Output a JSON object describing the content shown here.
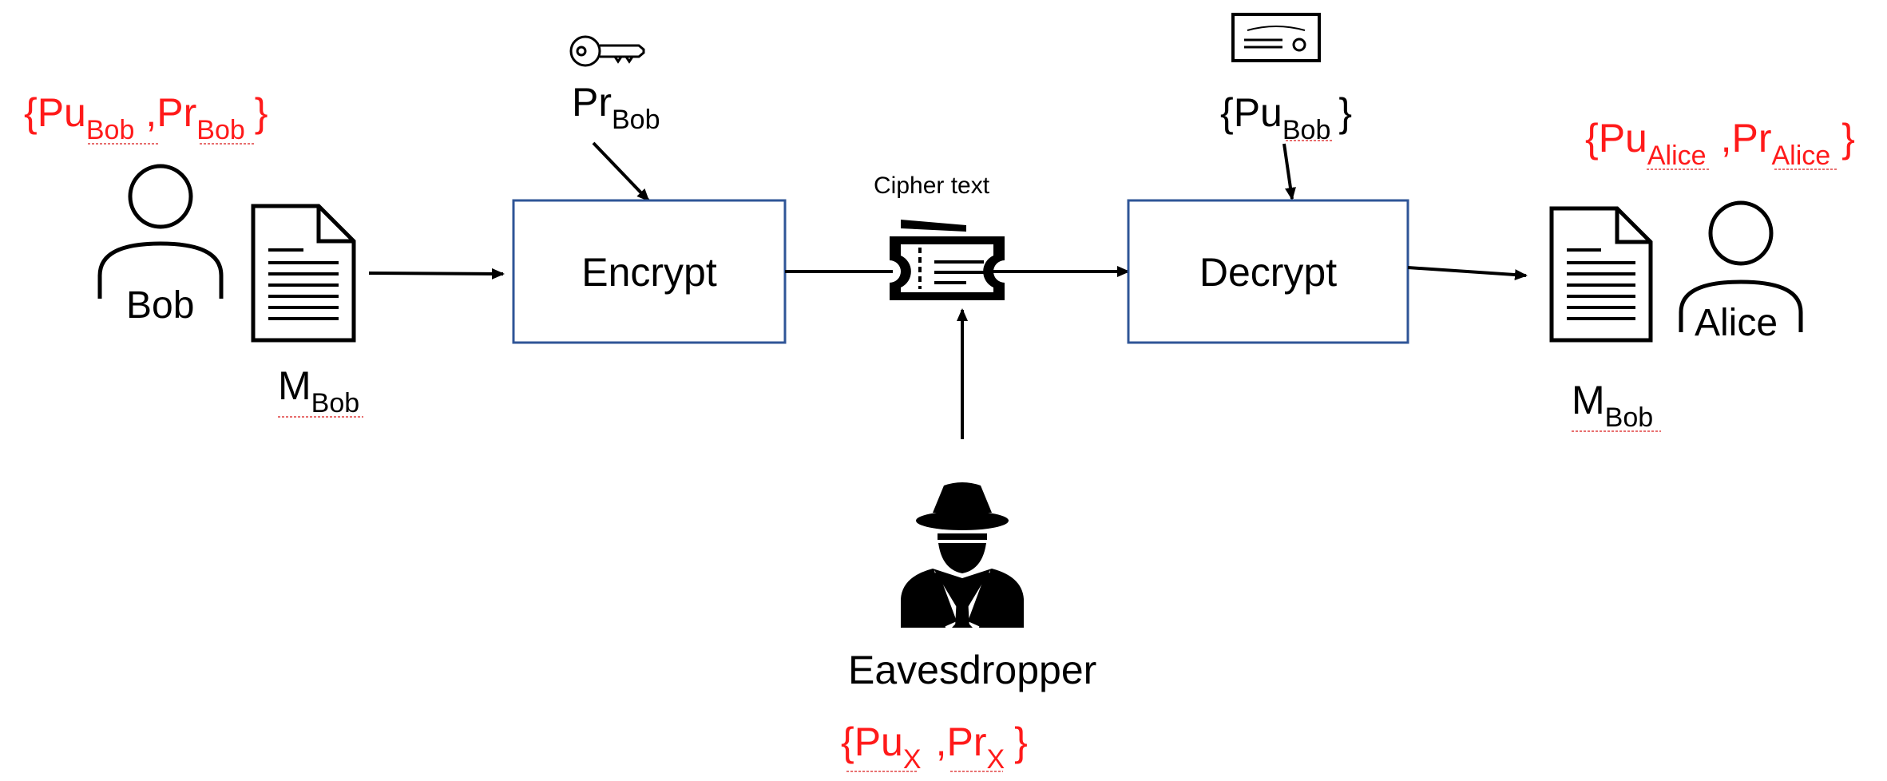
{
  "colors": {
    "key_label": "#ff1a1a",
    "box_border": "#2f5597",
    "arrow": "#000000",
    "text": "#000000"
  },
  "bob": {
    "keypair": {
      "open": "{",
      "pu": "Pu",
      "pu_sub": "Bob",
      "sep": ",",
      "pr": "Pr",
      "pr_sub": "Bob",
      "close": "}"
    },
    "name": "Bob",
    "message": {
      "base": "M",
      "sub": "Bob"
    },
    "icons": [
      "person-icon",
      "document-icon"
    ]
  },
  "private_key": {
    "base": "Pr",
    "sub": "Bob",
    "icon": "key-icon"
  },
  "encrypt": {
    "label": "Encrypt"
  },
  "cipher": {
    "label": "Cipher text",
    "icon": "ticket-icon"
  },
  "certificate": {
    "open": "{",
    "base": "Pu",
    "sub": "Bob",
    "close": "}",
    "icon": "certificate-icon"
  },
  "decrypt": {
    "label": "Decrypt"
  },
  "alice": {
    "keypair": {
      "open": "{",
      "pu": "Pu",
      "pu_sub": "Alice",
      "sep": ",",
      "pr": "Pr",
      "pr_sub": "Alice",
      "close": "}"
    },
    "name": "Alice",
    "message": {
      "base": "M",
      "sub": "Bob"
    },
    "icons": [
      "document-icon",
      "person-icon"
    ]
  },
  "eavesdropper": {
    "name": "Eavesdropper",
    "keypair": {
      "open": "{",
      "pu": "Pu",
      "pu_sub": "X",
      "sep": ",",
      "pr": "Pr",
      "pr_sub": "X",
      "close": "}"
    },
    "icon": "spy-icon"
  }
}
